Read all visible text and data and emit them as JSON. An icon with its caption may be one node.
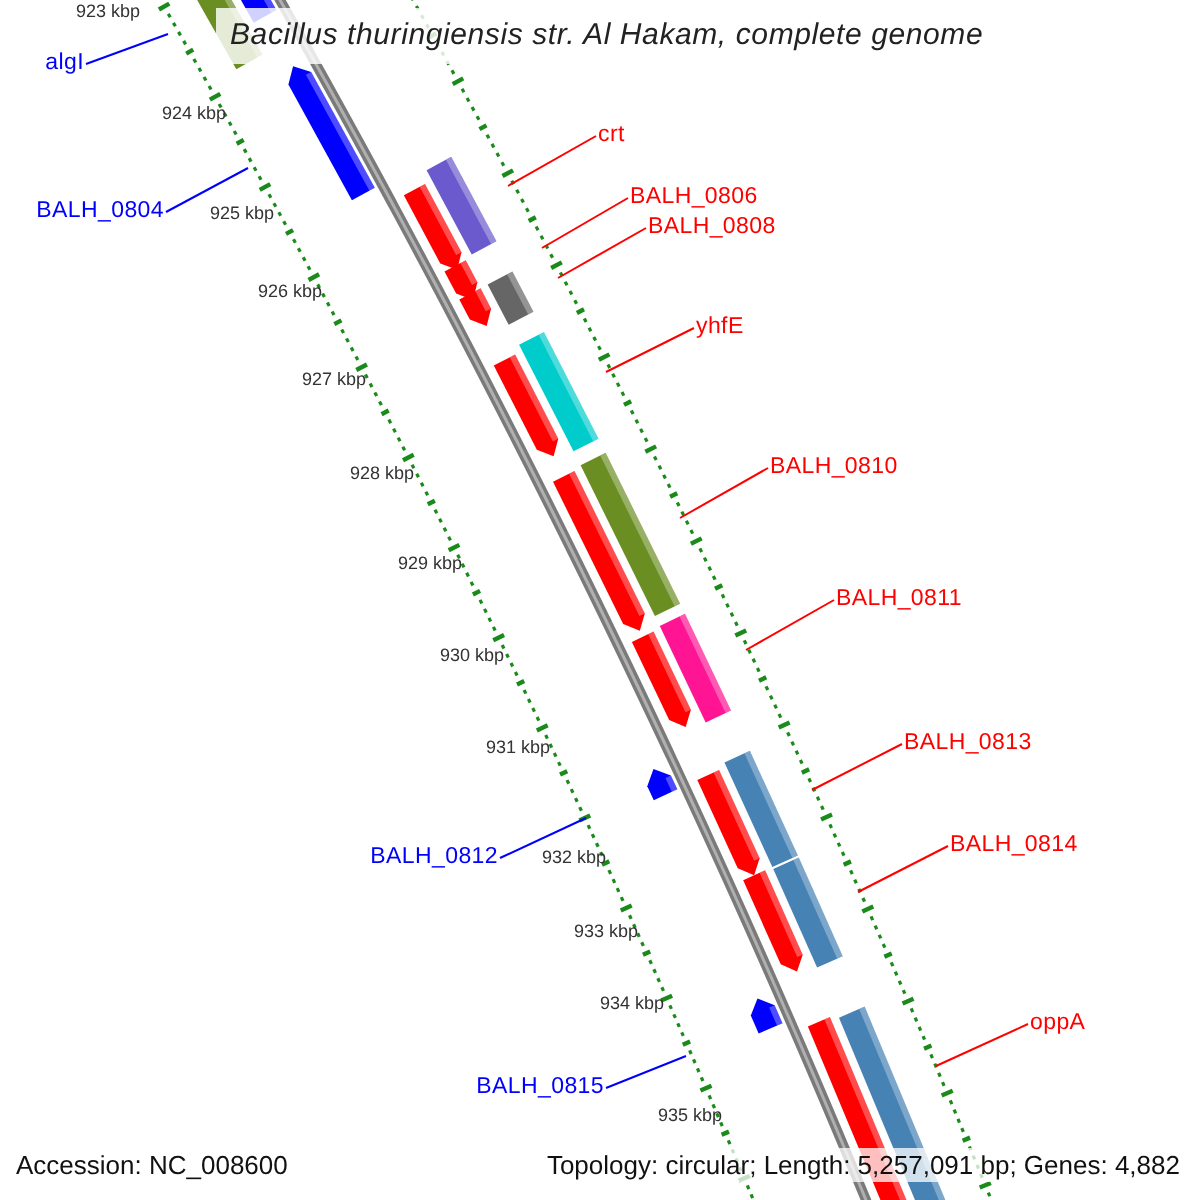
{
  "diagram": {
    "title": "Bacillus thuringiensis str. Al Hakam, complete genome",
    "nodes": [
      {
        "text": [
          "algI"
        ]
      },
      {
        "text": [
          "crt"
        ]
      },
      {
        "text": [
          "BALH_0806"
        ]
      },
      {
        "text": [
          "BALH_0804"
        ]
      },
      {
        "text": [
          "BALH_0808"
        ]
      },
      {
        "text": [
          "yhfE"
        ]
      },
      {
        "text": [
          "BALH_0810"
        ]
      },
      {
        "text": [
          "BALH_0811"
        ]
      },
      {
        "text": [
          "BALH_0813"
        ]
      },
      {
        "text": [
          "BALH_0814"
        ]
      },
      {
        "text": [
          "BALH_0812"
        ]
      },
      {
        "text": [
          "oppA"
        ]
      },
      {
        "text": [
          "BALH_0815"
        ]
      }
    ],
    "edges": [
      {
        "from": 0,
        "to": null,
        "arrow": "none",
        "color": "#0000ff"
      },
      {
        "from": 1,
        "to": null,
        "arrow": "none"
      },
      {
        "from": 2,
        "to": null,
        "arrow": "none"
      },
      {
        "from": 3,
        "to": null,
        "arrow": "none",
        "color": "#0000ff"
      },
      {
        "from": 4,
        "to": null,
        "arrow": "none"
      },
      {
        "from": 5,
        "to": null,
        "arrow": "none"
      },
      {
        "from": 6,
        "to": null,
        "arrow": "none"
      },
      {
        "from": 7,
        "to": null,
        "arrow": "none"
      },
      {
        "from": 8,
        "to": null,
        "arrow": "none"
      },
      {
        "from": 9,
        "to": null,
        "arrow": "none"
      },
      {
        "from": 10,
        "to": null,
        "arrow": "none",
        "color": "#0000ff"
      },
      {
        "from": 11,
        "to": null,
        "arrow": "none"
      },
      {
        "from": 12,
        "to": null,
        "arrow": "none",
        "color": "#0000ff"
      }
    ],
    "labels": [
      "923 kbp",
      "924 kbp",
      "925 kbp",
      "926 kbp",
      "927 kbp",
      "928 kbp",
      "929 kbp",
      "930 kbp",
      "931 kbp",
      "932 kbp",
      "933 kbp",
      "934 kbp",
      "935 kbp",
      "Accession: NC_008600",
      "Topology: circular; Length: 5,257,091 bp; Genes: 4,882"
    ]
  }
}
